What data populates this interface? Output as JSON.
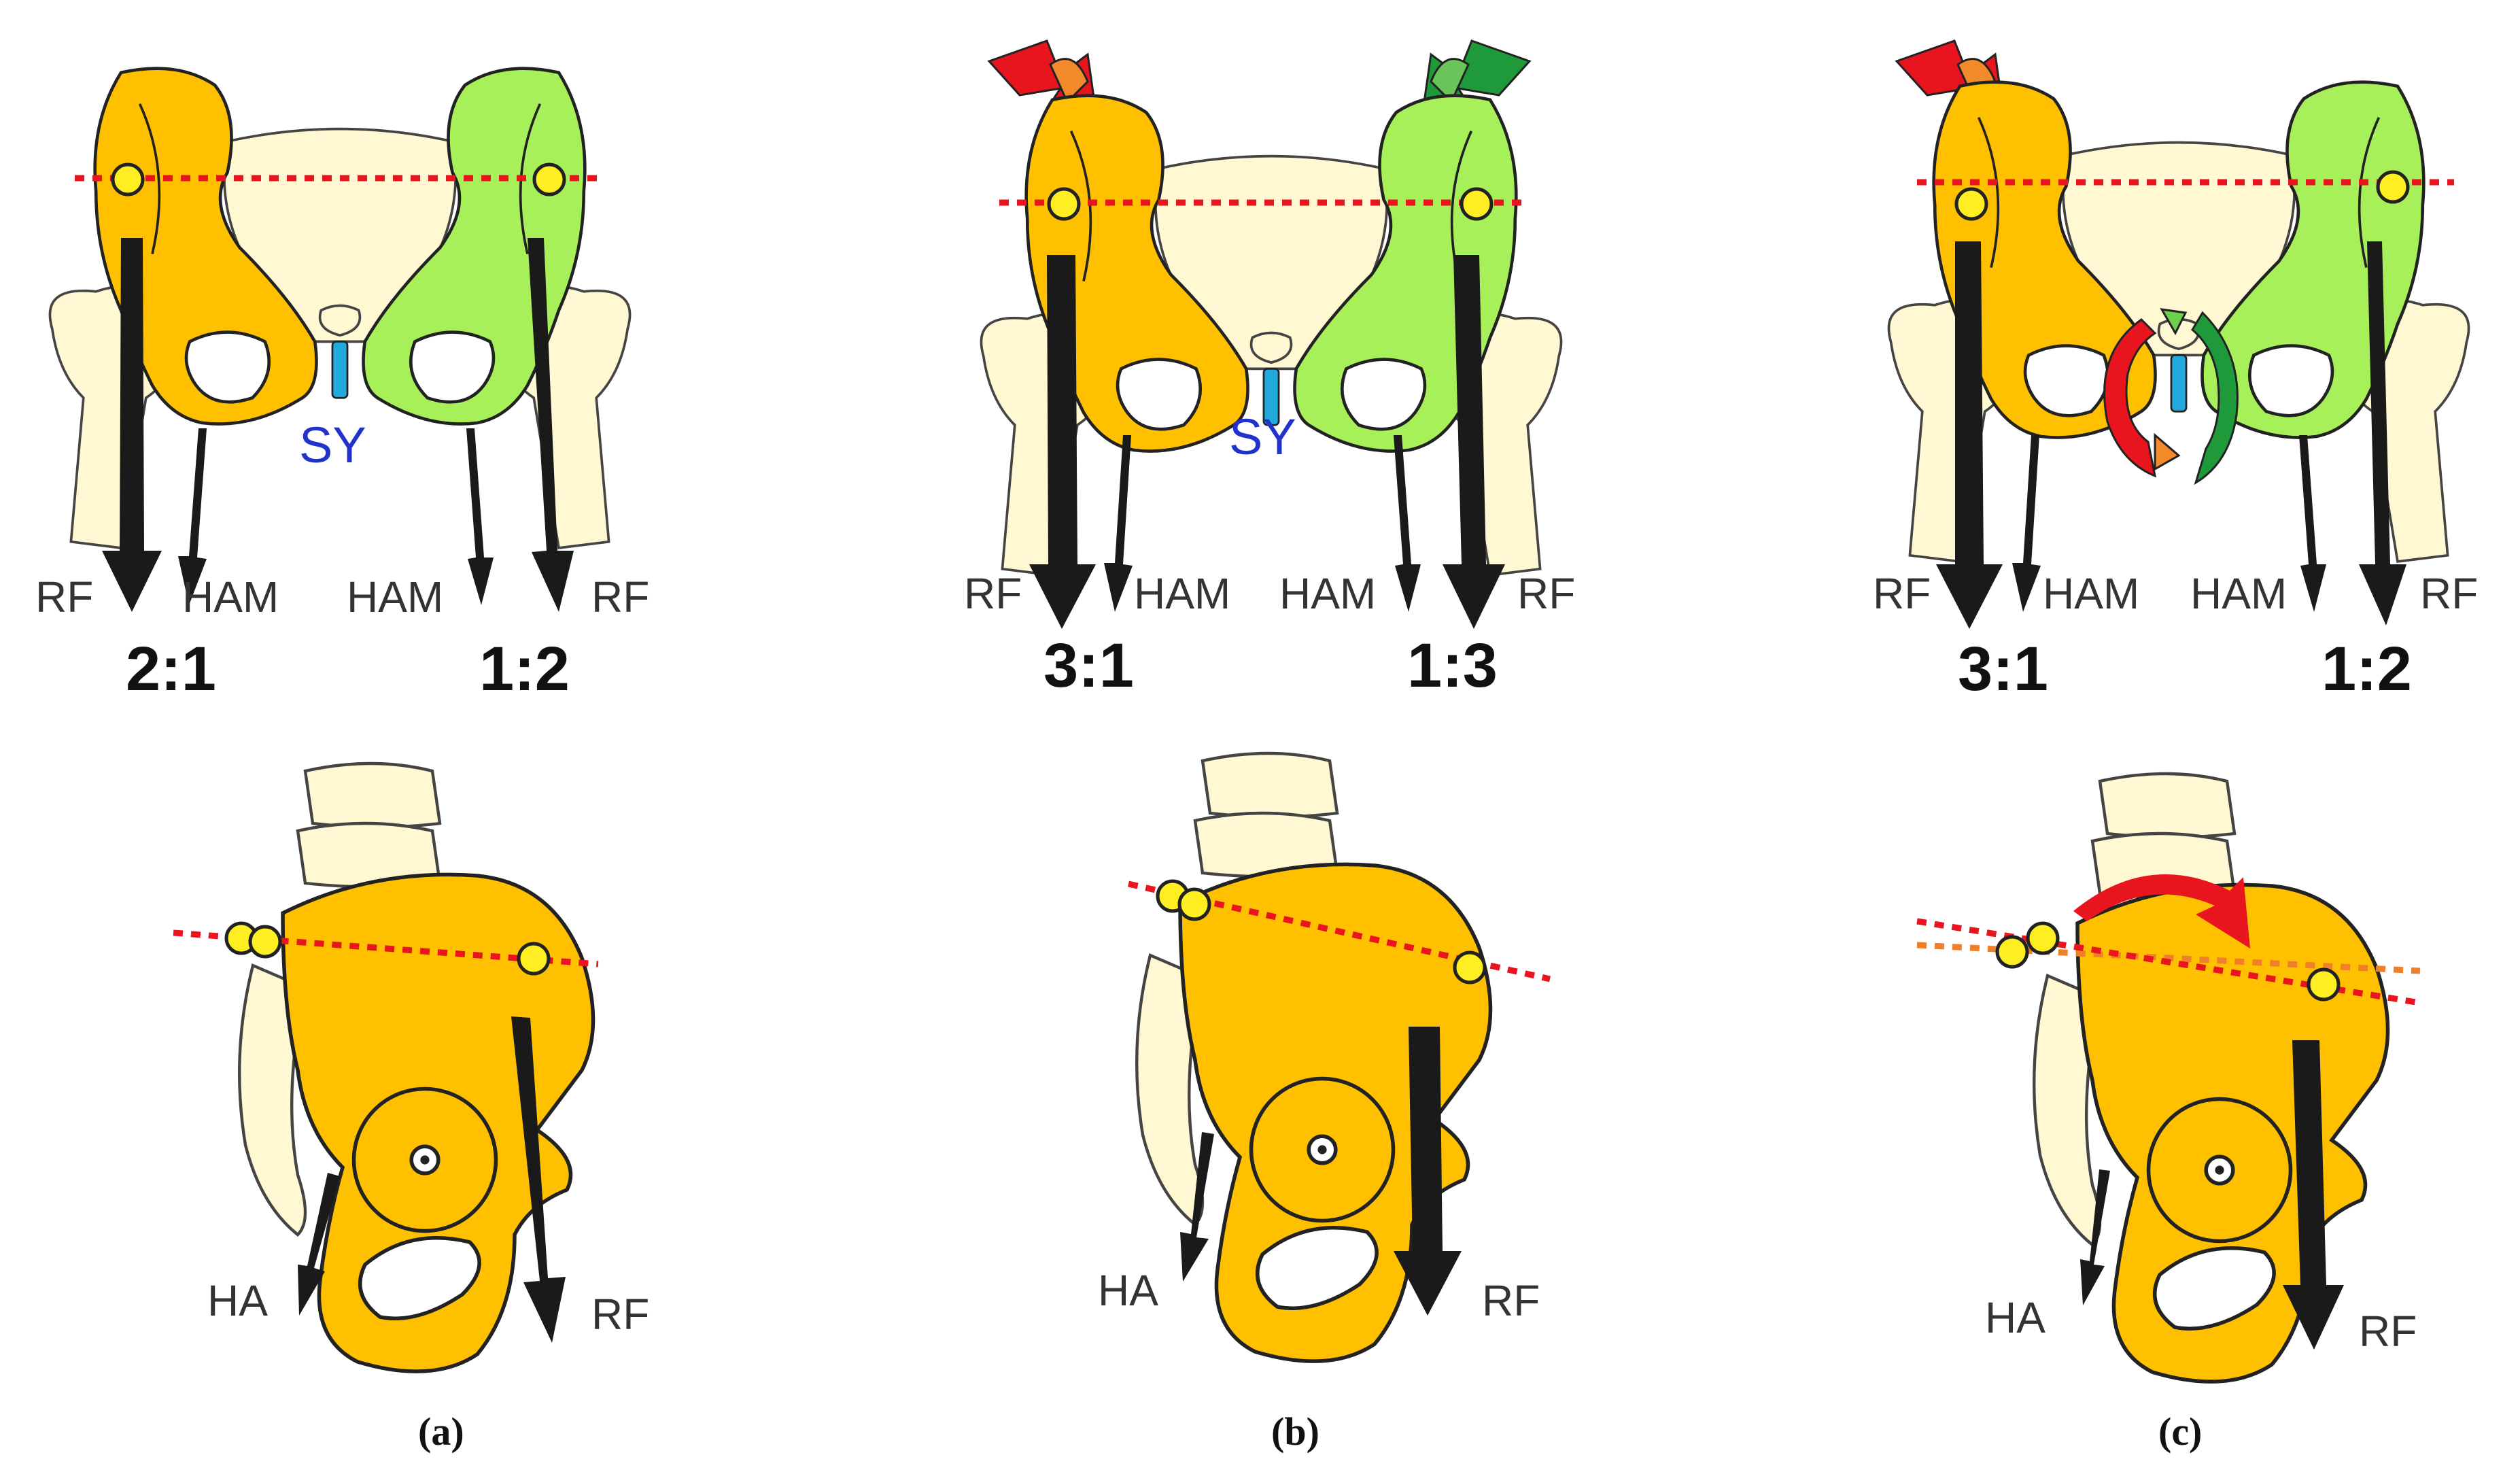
{
  "panels": [
    {
      "caption": "(a)",
      "front": {
        "left_labels": [
          "RF",
          "HAM"
        ],
        "right_labels": [
          "HAM",
          "RF"
        ],
        "left_ratio": "2:1",
        "right_ratio": "1:2",
        "symphysis_label": "SY"
      },
      "side": {
        "labels": [
          "HA",
          "RF"
        ]
      }
    },
    {
      "caption": "(b)",
      "front": {
        "left_labels": [
          "RF",
          "HAM"
        ],
        "right_labels": [
          "HAM",
          "RF"
        ],
        "left_ratio": "3:1",
        "right_ratio": "1:3",
        "symphysis_label": "SY"
      },
      "side": {
        "labels": [
          "HA",
          "RF"
        ]
      }
    },
    {
      "caption": "(c)",
      "front": {
        "left_labels": [
          "RF",
          "HAM"
        ],
        "right_labels": [
          "HAM",
          "RF"
        ],
        "left_ratio": "3:1",
        "right_ratio": "1:2",
        "symphysis_label": ""
      },
      "side": {
        "labels": [
          "HA",
          "RF"
        ]
      }
    }
  ],
  "colors": {
    "left_hip_bone": "#ffc000",
    "right_hip_bone": "#a8f05a",
    "sacrum_femur": "#fff8d2",
    "reference_line": "#e8141e",
    "secondary_line": "#f07f2a",
    "landmark_point": "#ffee22",
    "symphysis": "#22aadd",
    "symphysis_label": "#2233cc",
    "rotation_red": "#e8141e",
    "rotation_green": "#1f9a3a",
    "arrow": "#1a1a1a"
  }
}
